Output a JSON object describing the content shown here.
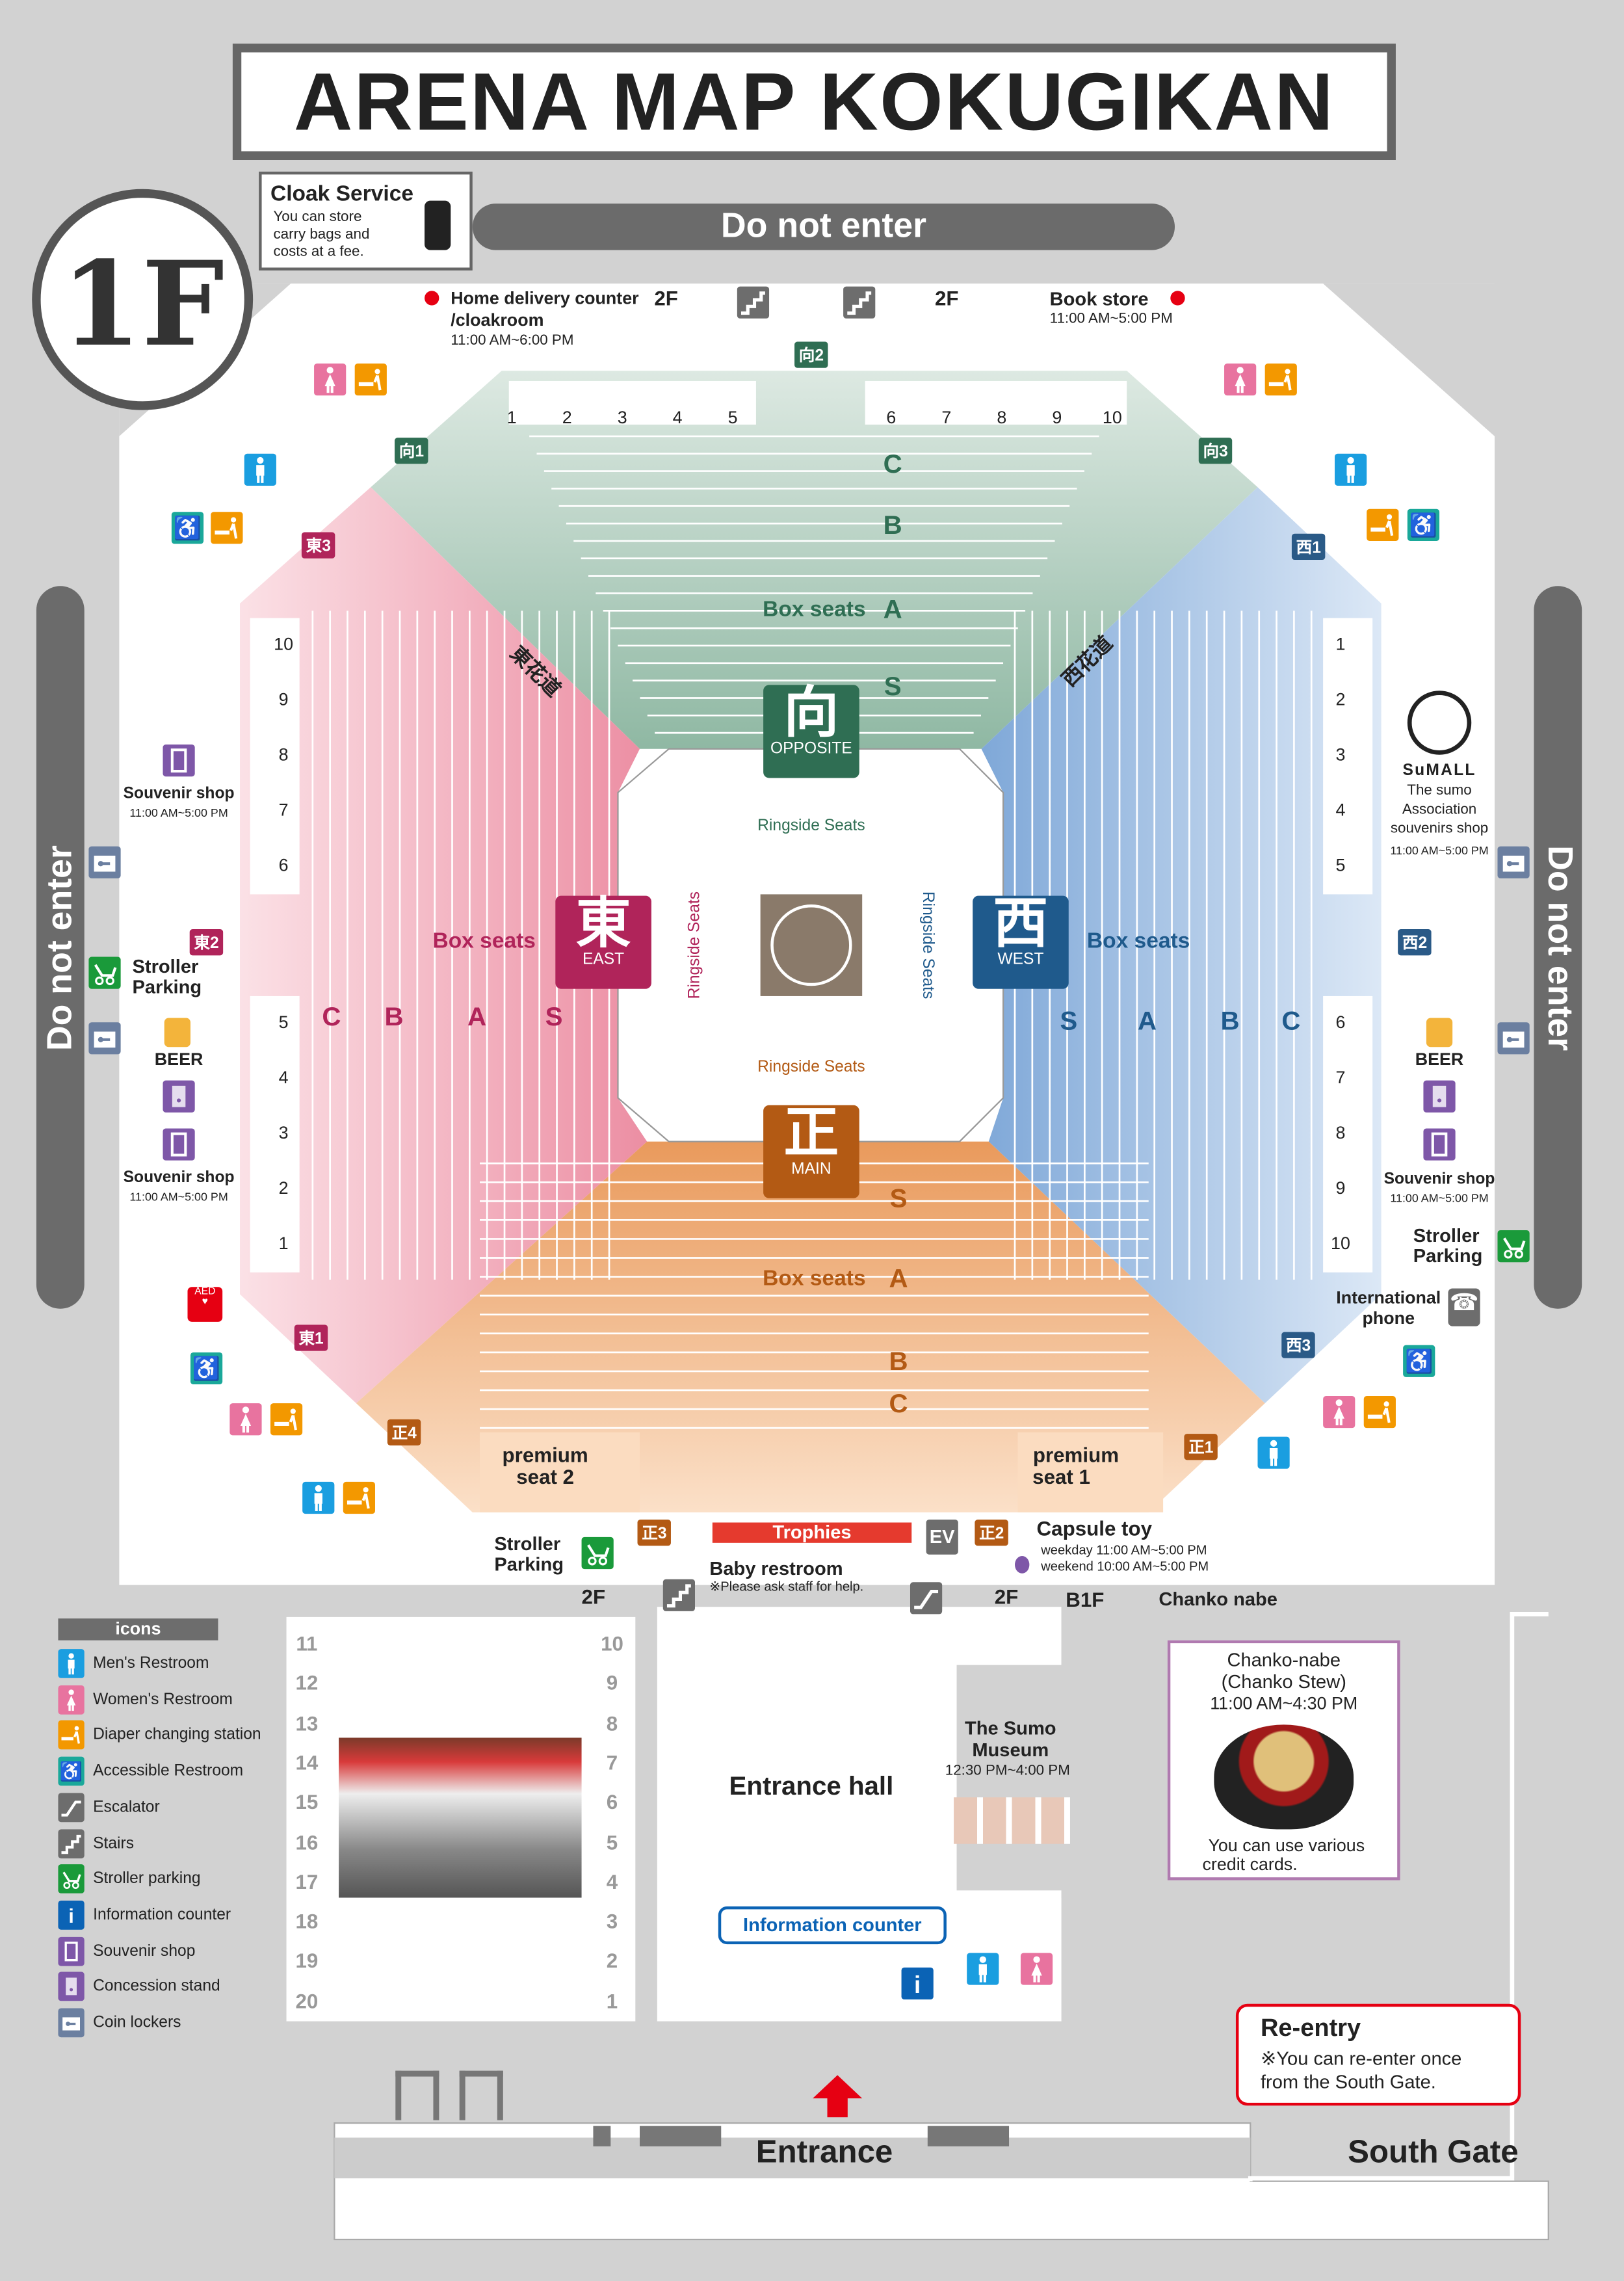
{
  "title": "ARENA MAP   KOKUGIKAN",
  "floor": "1F",
  "cloak": {
    "title": "Cloak Service",
    "body": [
      "You can store",
      "carry bags and",
      "costs at a fee."
    ]
  },
  "do_not_enter": "Do not enter",
  "top_services": {
    "home_delivery": {
      "label": "Home delivery counter",
      "label2": "/cloakroom",
      "hours": "11:00 AM~6:00 PM"
    },
    "stairs_left": "2F",
    "stairs_right": "2F",
    "book_store": {
      "label": "Book store",
      "hours": "11:00 AM~5:00 PM"
    }
  },
  "gates": {
    "mukou1": "向1",
    "mukou2": "向2",
    "mukou3": "向3",
    "higashi1": "東1",
    "higashi2": "東2",
    "higashi3": "東3",
    "nishi1": "西1",
    "nishi2": "西2",
    "nishi3": "西3",
    "shou1": "正1",
    "shou2": "正2",
    "shou3": "正3",
    "shou4": "正4"
  },
  "gate_colors": {
    "north": "#2f6e53",
    "east": "#b0245a",
    "west": "#2a5a87",
    "south": "#b35a14"
  },
  "sections": {
    "north": {
      "kanji": "向",
      "en": "OPPOSITE",
      "color": "#2f6e53",
      "box_seats": "Box seats",
      "rows": [
        "S",
        "A",
        "B",
        "C"
      ],
      "boxes_left": [
        "1",
        "2",
        "3",
        "4",
        "5"
      ],
      "boxes_right": [
        "6",
        "7",
        "8",
        "9",
        "10"
      ]
    },
    "east": {
      "kanji": "東",
      "en": "EAST",
      "color": "#b0245a",
      "box_seats": "Box seats",
      "rows": [
        "C",
        "B",
        "A",
        "S"
      ],
      "boxes_top": [
        "10",
        "9",
        "8",
        "7",
        "6"
      ],
      "boxes_bottom": [
        "5",
        "4",
        "3",
        "2",
        "1"
      ],
      "hanamichi": "東花道"
    },
    "west": {
      "kanji": "西",
      "en": "WEST",
      "color": "#1f5a8c",
      "box_seats": "Box seats",
      "rows": [
        "S",
        "A",
        "B",
        "C"
      ],
      "boxes_top": [
        "1",
        "2",
        "3",
        "4",
        "5"
      ],
      "boxes_bottom": [
        "6",
        "7",
        "8",
        "9",
        "10"
      ],
      "hanamichi": "西花道"
    },
    "south": {
      "kanji": "正",
      "en": "MAIN",
      "color": "#b35a14",
      "box_seats": "Box seats",
      "rows": [
        "S",
        "A",
        "B",
        "C"
      ]
    }
  },
  "ringside": "Ringside Seats",
  "premium": {
    "seat2": [
      "premium",
      "seat 2"
    ],
    "seat1": [
      "premium",
      "seat 1"
    ]
  },
  "left_side": {
    "souvenir1": {
      "label": "Souvenir shop",
      "hours": "11:00 AM~5:00 PM"
    },
    "stroller": [
      "Stroller",
      "Parking"
    ],
    "beer": "BEER",
    "souvenir2": {
      "label": "Souvenir shop",
      "hours": "11:00 AM~5:00 PM"
    },
    "aed": "AED"
  },
  "right_side": {
    "sumall": {
      "logo": "SuMALL",
      "desc": [
        "The sumo",
        "Association",
        "souvenirs shop"
      ],
      "hours": "11:00 AM~5:00 PM"
    },
    "beer": "BEER",
    "souvenir": {
      "label": "Souvenir shop",
      "hours": "11:00 AM~5:00 PM"
    },
    "stroller": [
      "Stroller",
      "Parking"
    ],
    "phone": [
      "International",
      "phone"
    ]
  },
  "lower": {
    "stroller": [
      "Stroller",
      "Parking"
    ],
    "trophies": "Trophies",
    "ev": "EV",
    "capsule": {
      "label": "Capsule toy",
      "weekday": "weekday  11:00 AM~5:00 PM",
      "weekend": "weekend  10:00 AM~5:00 PM"
    },
    "baby": {
      "label": "Baby restroom",
      "note": "※Please ask  staff for help."
    },
    "stairs": "2F",
    "escalator": "2F",
    "b1f": "B1F",
    "chanko_link": "Chanko nabe",
    "entrance_hall": "Entrance hall",
    "museum": {
      "name": [
        "The Sumo",
        "Museum"
      ],
      "hours": "12:30 PM~4:00 PM"
    },
    "chanko": {
      "title": [
        "Chanko-nabe",
        "(Chanko Stew)"
      ],
      "hours": "11:00 AM~4:30 PM",
      "note": [
        "You can use various",
        "credit cards."
      ]
    },
    "info": "Information counter",
    "reentry": {
      "title": "Re-entry",
      "body": [
        "※You can re-enter once",
        "from the South Gate."
      ]
    },
    "south_gate": "South Gate",
    "entrance": "Entrance",
    "corridor_left": [
      "11",
      "12",
      "13",
      "14",
      "15",
      "16",
      "17",
      "18",
      "19",
      "20"
    ],
    "corridor_right": [
      "10",
      "9",
      "8",
      "7",
      "6",
      "5",
      "4",
      "3",
      "2",
      "1"
    ]
  },
  "legend": {
    "title": "icons",
    "items": [
      {
        "icon": "men",
        "label": "Men's Restroom"
      },
      {
        "icon": "women",
        "label": "Women's Restroom"
      },
      {
        "icon": "diaper",
        "label": "Diaper changing station"
      },
      {
        "icon": "accessible",
        "label": "Accessible Restroom"
      },
      {
        "icon": "escalator",
        "label": "Escalator"
      },
      {
        "icon": "stairs",
        "label": "Stairs"
      },
      {
        "icon": "stroller",
        "label": "Stroller parking"
      },
      {
        "icon": "info",
        "label": "Information counter"
      },
      {
        "icon": "souvenir",
        "label": "Souvenir shop"
      },
      {
        "icon": "concession",
        "label": "Concession stand"
      },
      {
        "icon": "locker",
        "label": "Coin lockers"
      }
    ]
  },
  "icon_colors": {
    "men": "#1a9ee0",
    "women": "#e8739f",
    "diaper": "#f39800",
    "accessible": "#1aa89a",
    "escalator": "#6d6d6d",
    "stairs": "#6d6d6d",
    "stroller": "#1a9a3a",
    "info": "#0b63b5",
    "souvenir": "#7e57a8",
    "concession": "#7e57a8",
    "locker": "#6b7fa0"
  }
}
